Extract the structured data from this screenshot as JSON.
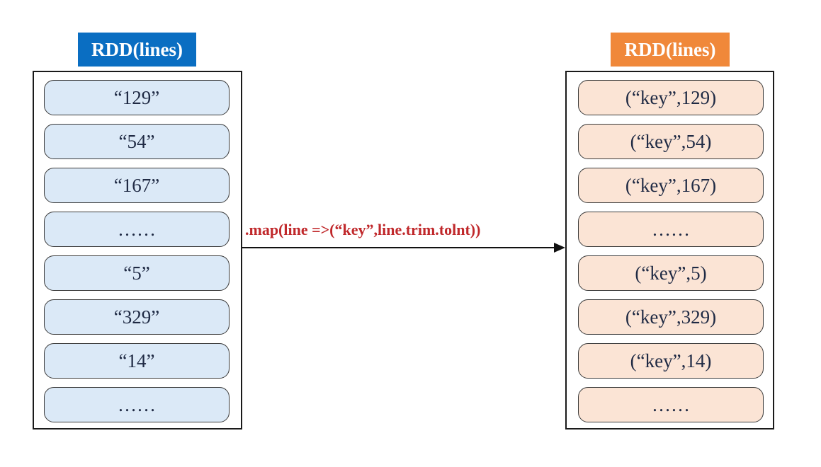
{
  "left": {
    "title": "RDD(lines)",
    "items": [
      "“129”",
      "“54”",
      "“167”",
      "……",
      "“5”",
      "“329”",
      "“14”",
      "……"
    ]
  },
  "right": {
    "title": "RDD(lines)",
    "items": [
      "(“key”,129)",
      "(“key”,54)",
      "(“key”,167)",
      "……",
      "(“key”,5)",
      "(“key”,329)",
      "(“key”,14)",
      "……"
    ]
  },
  "transform": {
    "label": ".map(line =>(“key”,line.trim.tolnt))"
  },
  "colors": {
    "left_title_bg": "#0a6ec2",
    "right_title_bg": "#f0883a",
    "left_item_bg": "#dbe9f7",
    "right_item_bg": "#fbe4d5",
    "label_color": "#c0282b"
  }
}
